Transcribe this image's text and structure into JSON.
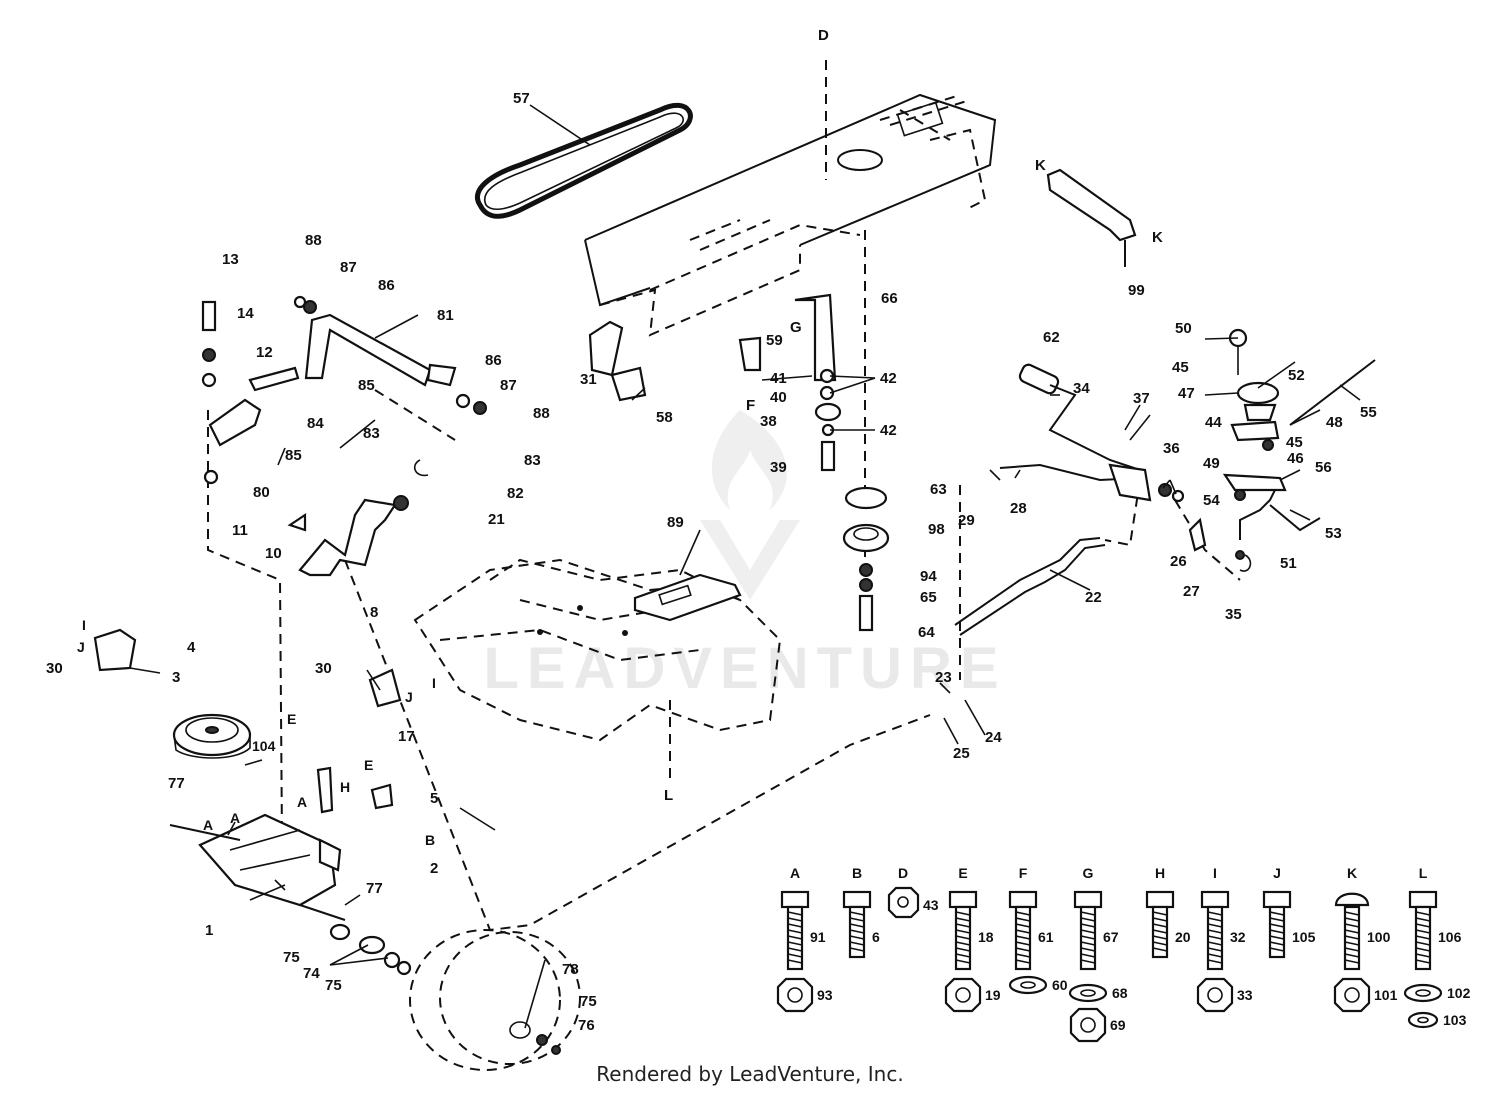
{
  "footer": {
    "text": "Rendered by LeadVenture, Inc."
  },
  "watermark": {
    "text": "LEADVENTURE"
  },
  "callouts": [
    "57",
    "D",
    "K",
    "K",
    "99",
    "13",
    "88",
    "87",
    "86",
    "81",
    "14",
    "12",
    "85",
    "84",
    "86",
    "87",
    "88",
    "85",
    "80",
    "83",
    "83",
    "82",
    "11",
    "21",
    "10",
    "8",
    "31",
    "58",
    "66",
    "G",
    "59",
    "41",
    "42",
    "40",
    "F",
    "38",
    "42",
    "39",
    "63",
    "98",
    "94",
    "65",
    "64",
    "62",
    "34",
    "37",
    "29",
    "28",
    "36",
    "22",
    "50",
    "45",
    "52",
    "47",
    "55",
    "44",
    "48",
    "45",
    "46",
    "49",
    "56",
    "54",
    "51",
    "53",
    "26",
    "27",
    "35",
    "89",
    "30",
    "I",
    "J",
    "30",
    "I",
    "J",
    "3",
    "4",
    "104",
    "E",
    "17",
    "H",
    "E",
    "5",
    "A",
    "2",
    "77",
    "A",
    "A",
    "B",
    "1",
    "77",
    "75",
    "74",
    "75",
    "78",
    "75",
    "76",
    "L",
    "23",
    "24",
    "25"
  ],
  "hardware": [
    {
      "letter": "A",
      "bolt": "91",
      "nut": "93"
    },
    {
      "letter": "B",
      "bolt": "6"
    },
    {
      "letter": "D",
      "nut": "43"
    },
    {
      "letter": "E",
      "bolt": "18",
      "nut": "19"
    },
    {
      "letter": "F",
      "bolt": "61",
      "washer": "60"
    },
    {
      "letter": "G",
      "bolt": "67",
      "washer": "68",
      "nut": "69"
    },
    {
      "letter": "H",
      "bolt": "20"
    },
    {
      "letter": "I",
      "bolt": "32",
      "nut": "33"
    },
    {
      "letter": "J",
      "bolt": "105"
    },
    {
      "letter": "K",
      "bolt": "100",
      "nut": "101"
    },
    {
      "letter": "L",
      "bolt": "106",
      "washer": "102",
      "washer2": "103"
    }
  ]
}
